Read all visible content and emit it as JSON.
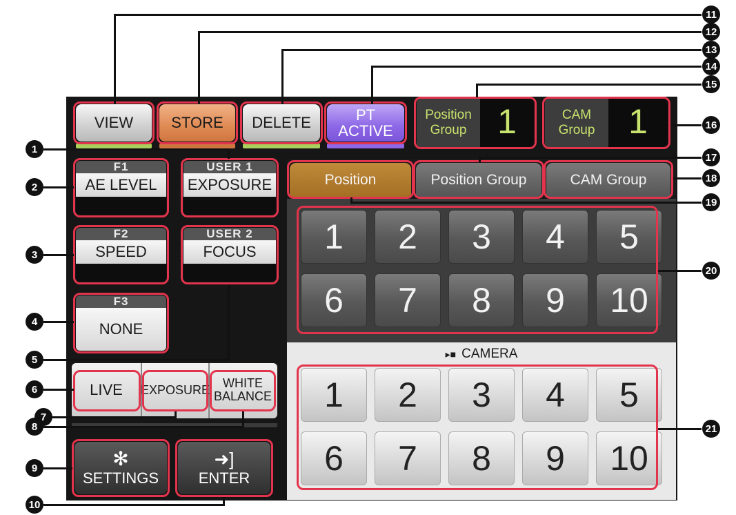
{
  "top_bar": {
    "view_label": "VIEW",
    "store_label": "STORE",
    "delete_label": "DELETE",
    "pt_active_line1": "PT",
    "pt_active_line2": "ACTIVE",
    "position_group_label_1": "Position",
    "position_group_label_2": "Group",
    "position_group_value": "1",
    "cam_group_label_1": "CAM",
    "cam_group_label_2": "Group",
    "cam_group_value": "1"
  },
  "function_keys": [
    {
      "tag": "F1",
      "label": "AE LEVEL"
    },
    {
      "tag": "USER 1",
      "label": "EXPOSURE"
    },
    {
      "tag": "F2",
      "label": "SPEED"
    },
    {
      "tag": "USER 2",
      "label": "FOCUS"
    },
    {
      "tag": "F3",
      "label": "NONE"
    }
  ],
  "mode_buttons": {
    "live": "LIVE",
    "exposure": "EXPOSURE",
    "white_balance_1": "WHITE",
    "white_balance_2": "BALANCE"
  },
  "bottom_buttons": {
    "settings": "SETTINGS",
    "enter": "ENTER"
  },
  "tabs": {
    "position": "Position",
    "position_group": "Position Group",
    "cam_group": "CAM Group"
  },
  "position_numbers": [
    "1",
    "2",
    "3",
    "4",
    "5",
    "6",
    "7",
    "8",
    "9",
    "10"
  ],
  "camera_section": {
    "title": "CAMERA",
    "numbers": [
      "1",
      "2",
      "3",
      "4",
      "5",
      "6",
      "7",
      "8",
      "9",
      "10"
    ]
  },
  "callouts": {
    "c1": "1",
    "c2": "2",
    "c3": "3",
    "c4": "4",
    "c5": "5",
    "c6": "6",
    "c7": "7",
    "c8": "8",
    "c9": "9",
    "c10": "10",
    "c11": "11",
    "c12": "12",
    "c13": "13",
    "c14": "14",
    "c15": "15",
    "c16": "16",
    "c17": "17",
    "c18": "18",
    "c19": "19",
    "c20": "20",
    "c21": "21"
  },
  "colors": {
    "panel_bg": "#161616",
    "outline": "#e3344d",
    "display_text": "#c8e36e",
    "view_indicator": "#a9cf5c",
    "pt_indicator": "#8d67e6"
  }
}
